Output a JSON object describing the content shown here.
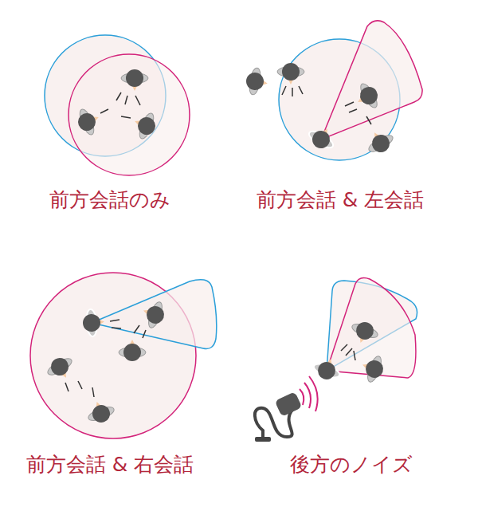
{
  "diagram": {
    "labels": [
      "前方会話のみ",
      "前方会話 & 左会話",
      "前方会話 & 右会話",
      "後方のノイズ"
    ]
  }
}
